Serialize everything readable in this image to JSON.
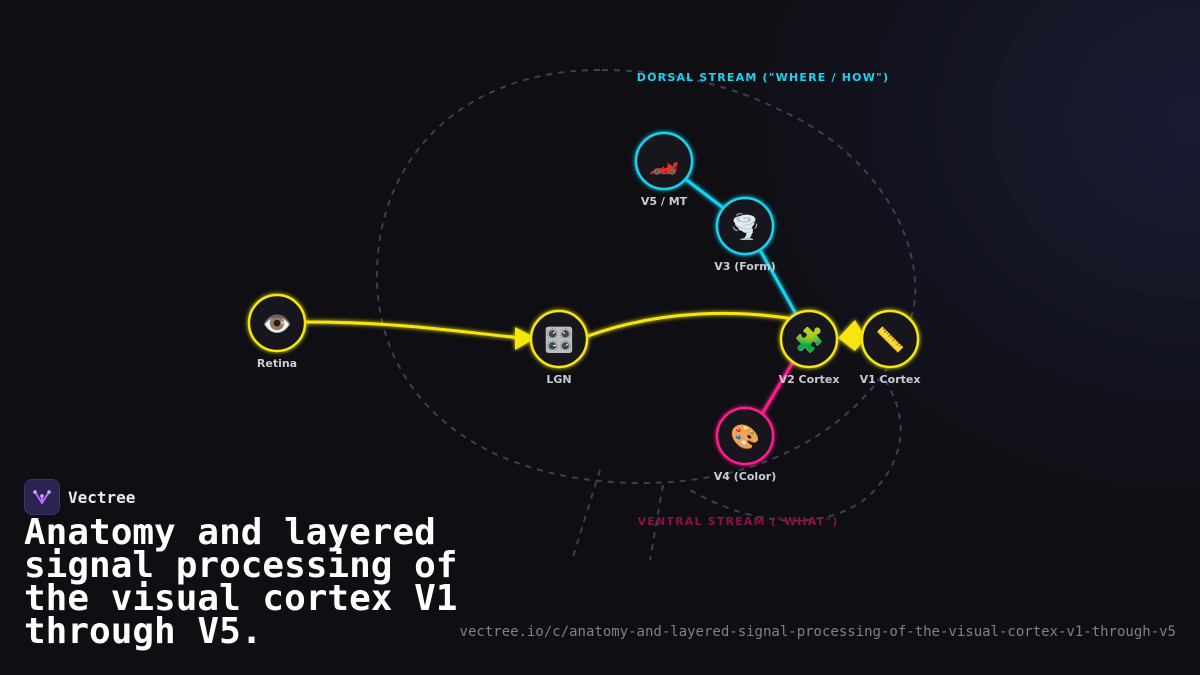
{
  "brand": {
    "name": "Vectree"
  },
  "title": "Anatomy and layered signal processing of the visual cortex V1 through V5.",
  "url": "vectree.io/c/anatomy-and-layered-signal-processing-of-the-visual-cortex-v1-through-v5",
  "colors": {
    "background": "#0e0e13",
    "yellow": "#f5e60a",
    "cyan": "#19d3f0",
    "magenta": "#ff1a8c",
    "node_fill": "#15161d",
    "outline": "#3a4054",
    "ventral_label": "#8a1046"
  },
  "streams": {
    "dorsal": "DORSAL STREAM (\"WHERE / HOW\")",
    "ventral": "VENTRAL STREAM (\"WHAT\")"
  },
  "nodes": [
    {
      "id": "retina",
      "label": "Retina",
      "icon": "eye-icon",
      "glyph": "👁️",
      "stream": "yellow"
    },
    {
      "id": "lgn",
      "label": "LGN",
      "icon": "control-knobs-icon",
      "glyph": "🎛️",
      "stream": "yellow"
    },
    {
      "id": "v1",
      "label": "V1 Cortex",
      "icon": "ruler-icon",
      "glyph": "📏",
      "stream": "yellow"
    },
    {
      "id": "v2",
      "label": "V2 Cortex",
      "icon": "puzzle-icon",
      "glyph": "🧩",
      "stream": "yellow"
    },
    {
      "id": "v3",
      "label": "V3 (Form)",
      "icon": "tornado-icon",
      "glyph": "🌪️",
      "stream": "cyan"
    },
    {
      "id": "v5",
      "label": "V5 / MT",
      "icon": "race-car-icon",
      "glyph": "🏎️",
      "stream": "cyan"
    },
    {
      "id": "v4",
      "label": "V4 (Color)",
      "icon": "palette-icon",
      "glyph": "🎨",
      "stream": "magenta"
    }
  ]
}
